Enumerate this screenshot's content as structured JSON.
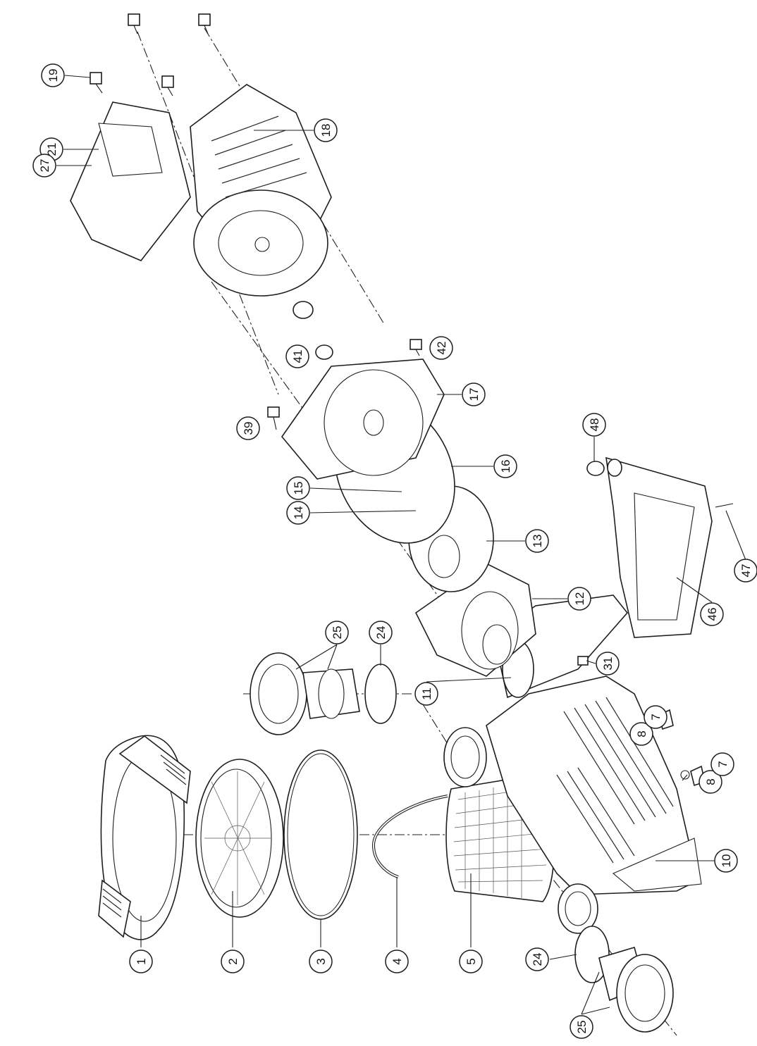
{
  "callouts": {
    "c1": "1",
    "c2": "2",
    "c3": "3",
    "c4": "4",
    "c5": "5",
    "c7a": "7",
    "c7b": "7",
    "c8a": "8",
    "c8b": "8",
    "c10": "10",
    "c11": "11",
    "c12": "12",
    "c13": "13",
    "c14": "14",
    "c15": "15",
    "c16": "16",
    "c17": "17",
    "c18": "18",
    "c19": "19",
    "c21": "21",
    "c24a": "24",
    "c24b": "24",
    "c25a": "25",
    "c25b": "25",
    "c27": "27",
    "c31": "31",
    "c39": "39",
    "c41": "41",
    "c42": "42",
    "c46": "46",
    "c47": "47",
    "c48": "48"
  },
  "colors": {
    "line": "#1e1e1e",
    "background": "#ffffff"
  }
}
